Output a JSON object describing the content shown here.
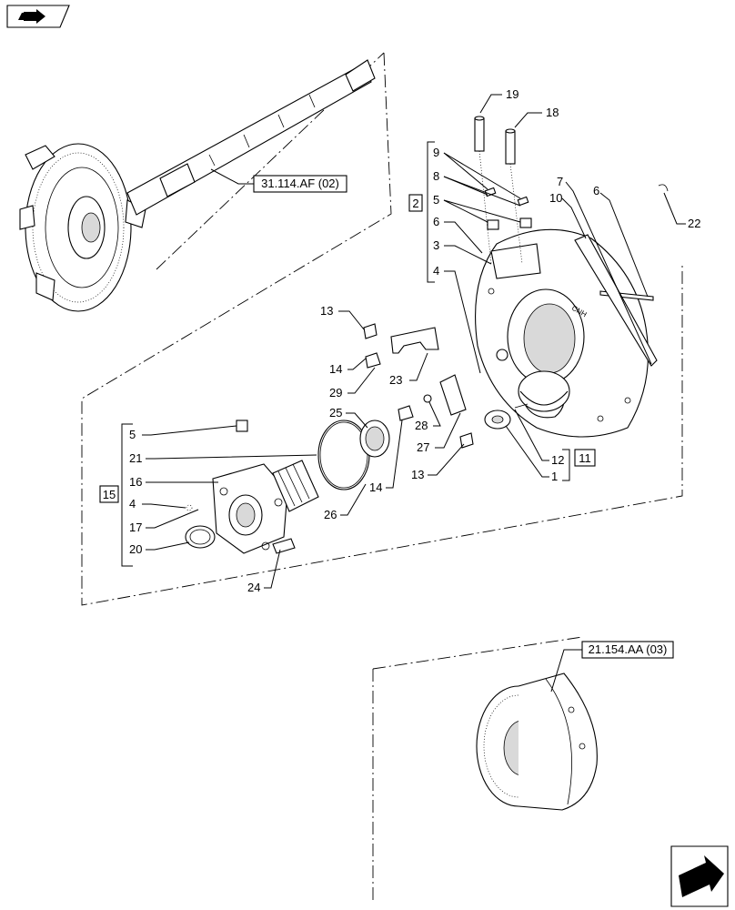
{
  "callouts": {
    "c19": "19",
    "c18": "18",
    "c9": "9",
    "c8": "8",
    "c5a": "5",
    "c6a": "6",
    "c3": "3",
    "c4a": "4",
    "c7": "7",
    "c10": "10",
    "c6b": "6",
    "c22": "22",
    "c13a": "13",
    "c14a": "14",
    "c29": "29",
    "c23": "23",
    "c28": "28",
    "c27": "27",
    "c13b": "13",
    "c12": "12",
    "c1": "1",
    "c25": "25",
    "c14b": "14",
    "c26": "26",
    "c5b": "5",
    "c21": "21",
    "c16": "16",
    "c4b": "4",
    "c17": "17",
    "c20": "20",
    "c24": "24"
  },
  "group_boxes": {
    "g2": "2",
    "g11": "11",
    "g15": "15"
  },
  "references": {
    "shaft_ref": "31.114.AF (02)",
    "clutch_ref": "21.154.AA (03)"
  },
  "icons": {
    "top_left": "book-arrow-icon",
    "bottom_right": "next-page-arrow-icon"
  }
}
